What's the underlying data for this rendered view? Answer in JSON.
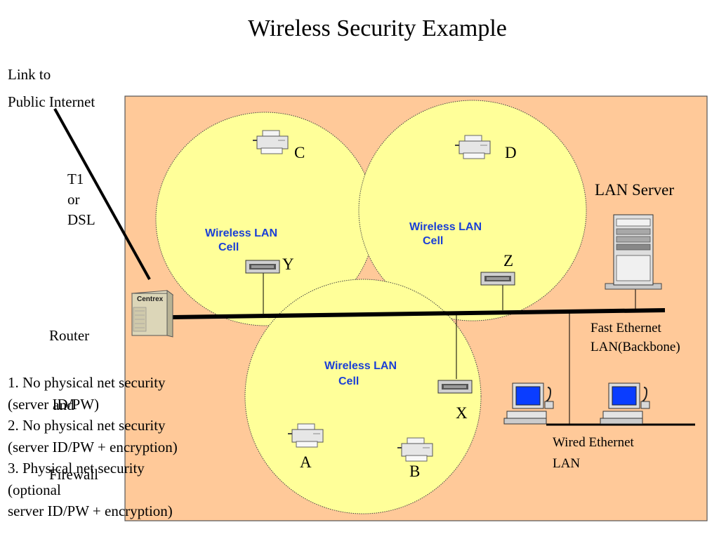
{
  "title": "Wireless Security Example",
  "link": [
    "Link to",
    "Public Internet"
  ],
  "t1_label": [
    "T1",
    "or",
    "DSL"
  ],
  "router_label": [
    "Router",
    " and",
    "Firewall"
  ],
  "router_brand": "Centrex",
  "cells": [
    {
      "label": [
        "Wireless LAN",
        "Cell"
      ],
      "access_point": "Y",
      "nodes": [
        "C"
      ]
    },
    {
      "label": [
        "Wireless LAN",
        "Cell"
      ],
      "access_point": "Z",
      "nodes": [
        "D"
      ]
    },
    {
      "label": [
        "Wireless LAN",
        "Cell"
      ],
      "access_point": "X",
      "nodes": [
        "A",
        "B"
      ]
    }
  ],
  "lan_server_label": "LAN Server",
  "backbone_label": [
    "Fast Ethernet",
    "LAN(Backbone)"
  ],
  "wired_label": [
    "Wired Ethernet",
    "LAN"
  ],
  "notes": [
    "1. No physical net security",
    "(server ID/PW)",
    "2. No physical net security",
    "(server ID/PW + encryption)",
    "3. Physical net security",
    "(optional",
    "server ID/PW + encryption)"
  ],
  "colors": {
    "building": "#ffc999",
    "cell": "#ffff99",
    "cell_label": "#1a3fd6",
    "screen": "#0a3dff"
  }
}
